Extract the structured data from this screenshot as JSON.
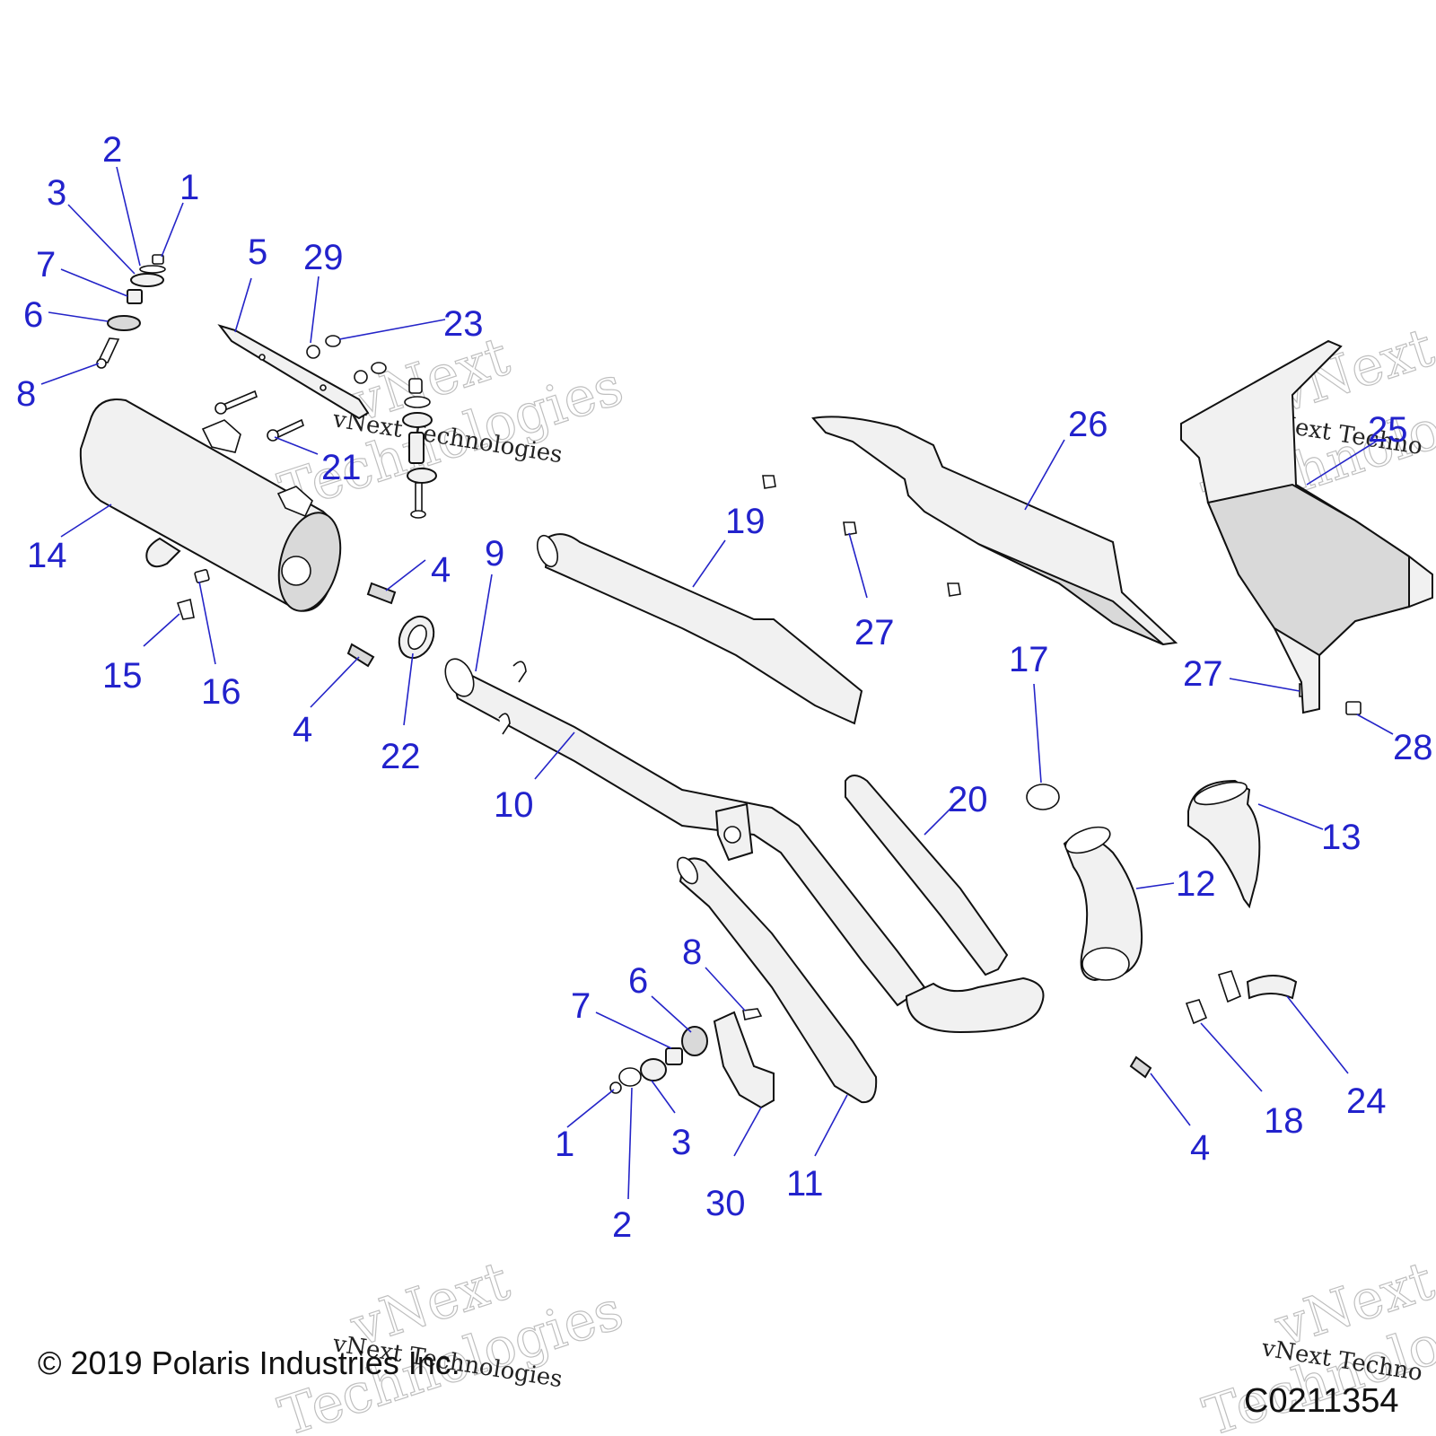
{
  "copyright": "© 2019 Polaris Industries Inc.",
  "drawing_id": "C0211354",
  "watermark": {
    "brand_outline": "vNext",
    "brand_outline_2": "Technologies",
    "brand_small": "vNext Technologies",
    "brand_small_cut": "vNext Techno"
  },
  "callouts": {
    "c1a": "1",
    "c2a": "2",
    "c3a": "3",
    "c7a": "7",
    "c6a": "6",
    "c8a": "8",
    "c5": "5",
    "c29": "29",
    "c23": "23",
    "c21": "21",
    "c14": "14",
    "c15": "15",
    "c16": "16",
    "c4a": "4",
    "c4b": "4",
    "c22": "22",
    "c9": "9",
    "c10": "10",
    "c19": "19",
    "c26": "26",
    "c27a": "27",
    "c25": "25",
    "c27b": "27",
    "c28": "28",
    "c17": "17",
    "c20": "20",
    "c13": "13",
    "c12": "12",
    "c8b": "8",
    "c6b": "6",
    "c7b": "7",
    "c1b": "1",
    "c3b": "3",
    "c2b": "2",
    "c30": "30",
    "c11": "11",
    "c4c": "4",
    "c18": "18",
    "c24": "24"
  }
}
